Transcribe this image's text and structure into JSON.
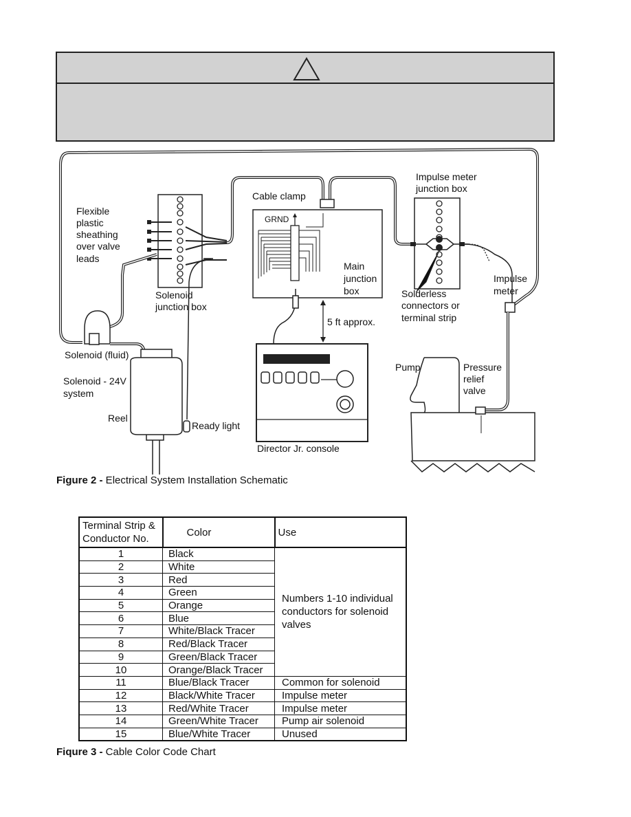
{
  "warning": {
    "icon": "warning-triangle-icon"
  },
  "schematic_labels": {
    "cable_clamp": "Cable clamp",
    "impulse_meter_jb_1": "Impulse meter",
    "impulse_meter_jb_2": "junction box",
    "flexible_1": "Flexible",
    "flexible_2": "plastic",
    "flexible_3": "sheathing",
    "flexible_4": "over valve",
    "flexible_5": "leads",
    "grnd": "GRND",
    "main_jb_1": "Main",
    "main_jb_2": "junction",
    "main_jb_3": "box",
    "impulse_meter_1": "Impulse",
    "impulse_meter_2": "meter",
    "solenoid_jb_1": "Solenoid",
    "solenoid_jb_2": "junction box",
    "solderless_1": "Solderless",
    "solderless_2": "connectors or",
    "solderless_3": "terminal strip",
    "five_ft": "5 ft approx.",
    "solenoid_fluid": "Solenoid (fluid)",
    "solenoid_24v_1": "Solenoid - 24V",
    "solenoid_24v_2": "system",
    "pump": "Pump",
    "pressure_1": "Pressure",
    "pressure_2": "relief",
    "pressure_3": "valve",
    "reel": "Reel",
    "ready_light": "Ready light",
    "director": "Director Jr. console"
  },
  "figure2_caption": {
    "label": "Figure 2 -",
    "text": " Electrical System Installation Schematic"
  },
  "figure3_caption": {
    "label": "Fiqure 3 -",
    "text": " Cable Color Code Chart"
  },
  "table": {
    "headers": {
      "no_1": "Terminal Strip &",
      "no_2": "Conductor No.",
      "color": "Color",
      "use": "Use"
    },
    "rows": [
      {
        "no": "1",
        "color": "Black"
      },
      {
        "no": "2",
        "color": "White"
      },
      {
        "no": "3",
        "color": "Red"
      },
      {
        "no": "4",
        "color": "Green"
      },
      {
        "no": "5",
        "color": "Orange"
      },
      {
        "no": "6",
        "color": "Blue"
      },
      {
        "no": "7",
        "color": "White/Black Tracer"
      },
      {
        "no": "8",
        "color": "Red/Black Tracer"
      },
      {
        "no": "9",
        "color": "Green/Black Tracer"
      },
      {
        "no": "10",
        "color": "Orange/Black Tracer"
      },
      {
        "no": "11",
        "color": "Blue/Black Tracer",
        "use": "Common for solenoid"
      },
      {
        "no": "12",
        "color": "Black/White Tracer",
        "use": "Impulse meter"
      },
      {
        "no": "13",
        "color": "Red/White Tracer",
        "use": "Impulse meter"
      },
      {
        "no": "14",
        "color": "Green/White Tracer",
        "use": "Pump air solenoid"
      },
      {
        "no": "15",
        "color": "Blue/White Tracer",
        "use": "Unused"
      }
    ],
    "group_use_1": "Numbers 1-10 individual",
    "group_use_2": "conductors for solenoid",
    "group_use_3": "valves"
  }
}
